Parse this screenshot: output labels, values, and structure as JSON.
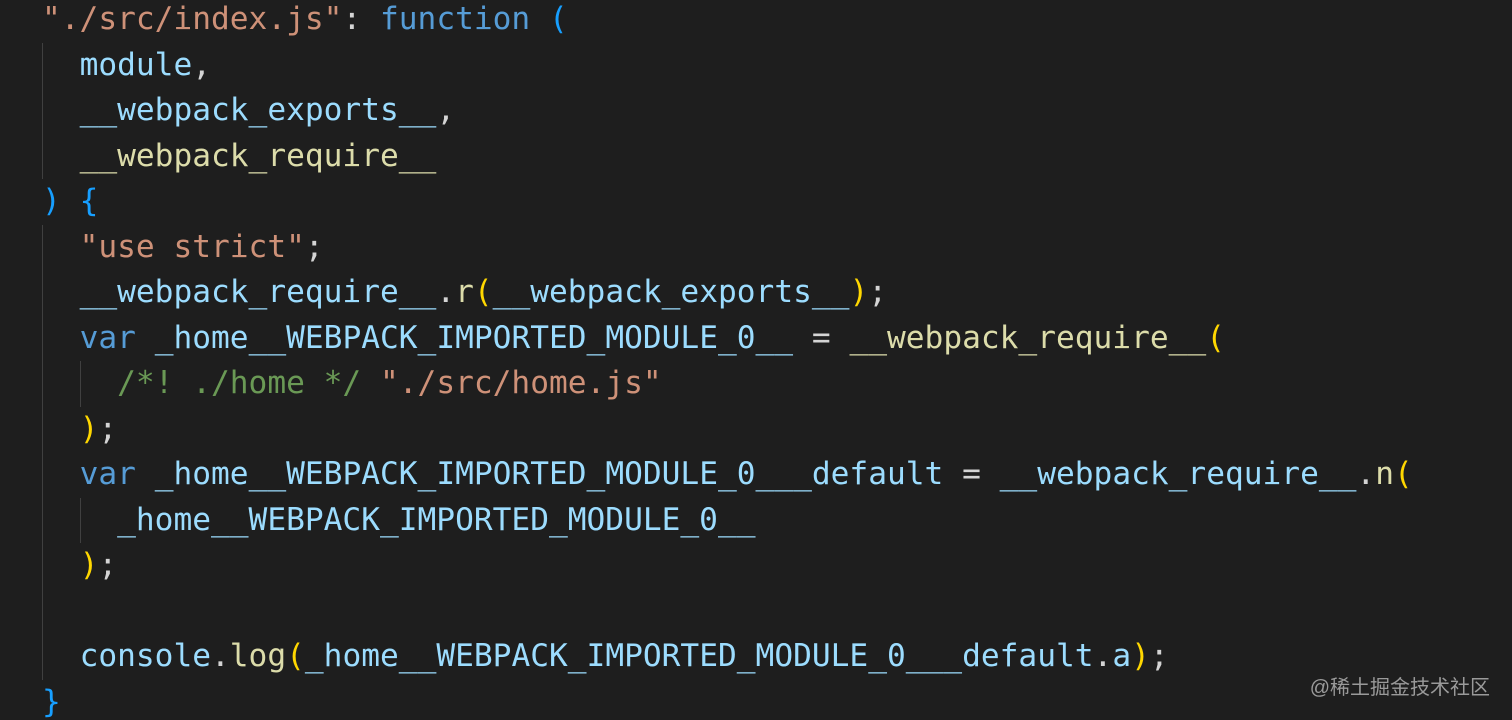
{
  "colors": {
    "background": "#1e1e1e",
    "string": "#ce9178",
    "keyword": "#569cd6",
    "variable": "#9cdcfe",
    "function": "#dcdcaa",
    "comment": "#6a9955",
    "bracket_blue": "#179fff",
    "bracket_yellow": "#ffd700",
    "punctuation": "#d4d4d4",
    "indent_guide": "#404040"
  },
  "code_lines": [
    {
      "tokens": [
        {
          "text": "\"./src/index.js\"",
          "color": "#ce9178"
        },
        {
          "text": ": ",
          "color": "#d4d4d4"
        },
        {
          "text": "function",
          "color": "#569cd6"
        },
        {
          "text": " ",
          "color": "#d4d4d4"
        },
        {
          "text": "(",
          "color": "#179fff"
        }
      ]
    },
    {
      "tokens": [
        {
          "text": "  ",
          "color": "#d4d4d4"
        },
        {
          "text": "module",
          "color": "#9cdcfe"
        },
        {
          "text": ",",
          "color": "#d4d4d4"
        }
      ]
    },
    {
      "tokens": [
        {
          "text": "  ",
          "color": "#d4d4d4"
        },
        {
          "text": "__webpack_exports__",
          "color": "#9cdcfe"
        },
        {
          "text": ",",
          "color": "#d4d4d4"
        }
      ]
    },
    {
      "tokens": [
        {
          "text": "  ",
          "color": "#d4d4d4"
        },
        {
          "text": "__webpack_require__",
          "color": "#dcdcaa"
        }
      ]
    },
    {
      "tokens": [
        {
          "text": ")",
          "color": "#179fff"
        },
        {
          "text": " ",
          "color": "#d4d4d4"
        },
        {
          "text": "{",
          "color": "#179fff"
        }
      ]
    },
    {
      "tokens": [
        {
          "text": "  ",
          "color": "#d4d4d4"
        },
        {
          "text": "\"use strict\"",
          "color": "#ce9178"
        },
        {
          "text": ";",
          "color": "#d4d4d4"
        }
      ]
    },
    {
      "tokens": [
        {
          "text": "  ",
          "color": "#d4d4d4"
        },
        {
          "text": "__webpack_require__",
          "color": "#9cdcfe"
        },
        {
          "text": ".",
          "color": "#d4d4d4"
        },
        {
          "text": "r",
          "color": "#dcdcaa"
        },
        {
          "text": "(",
          "color": "#ffd700"
        },
        {
          "text": "__webpack_exports__",
          "color": "#9cdcfe"
        },
        {
          "text": ")",
          "color": "#ffd700"
        },
        {
          "text": ";",
          "color": "#d4d4d4"
        }
      ]
    },
    {
      "tokens": [
        {
          "text": "  ",
          "color": "#d4d4d4"
        },
        {
          "text": "var",
          "color": "#569cd6"
        },
        {
          "text": " ",
          "color": "#d4d4d4"
        },
        {
          "text": "_home__WEBPACK_IMPORTED_MODULE_0__",
          "color": "#9cdcfe"
        },
        {
          "text": " = ",
          "color": "#d4d4d4"
        },
        {
          "text": "__webpack_require__",
          "color": "#dcdcaa"
        },
        {
          "text": "(",
          "color": "#ffd700"
        }
      ]
    },
    {
      "tokens": [
        {
          "text": "    ",
          "color": "#d4d4d4"
        },
        {
          "text": "/*! ./home */",
          "color": "#6a9955"
        },
        {
          "text": " ",
          "color": "#d4d4d4"
        },
        {
          "text": "\"./src/home.js\"",
          "color": "#ce9178"
        }
      ]
    },
    {
      "tokens": [
        {
          "text": "  ",
          "color": "#d4d4d4"
        },
        {
          "text": ")",
          "color": "#ffd700"
        },
        {
          "text": ";",
          "color": "#d4d4d4"
        }
      ]
    },
    {
      "tokens": [
        {
          "text": "  ",
          "color": "#d4d4d4"
        },
        {
          "text": "var",
          "color": "#569cd6"
        },
        {
          "text": " ",
          "color": "#d4d4d4"
        },
        {
          "text": "_home__WEBPACK_IMPORTED_MODULE_0___default",
          "color": "#9cdcfe"
        },
        {
          "text": " = ",
          "color": "#d4d4d4"
        },
        {
          "text": "__webpack_require__",
          "color": "#9cdcfe"
        },
        {
          "text": ".",
          "color": "#d4d4d4"
        },
        {
          "text": "n",
          "color": "#dcdcaa"
        },
        {
          "text": "(",
          "color": "#ffd700"
        }
      ]
    },
    {
      "tokens": [
        {
          "text": "    ",
          "color": "#d4d4d4"
        },
        {
          "text": "_home__WEBPACK_IMPORTED_MODULE_0__",
          "color": "#9cdcfe"
        }
      ]
    },
    {
      "tokens": [
        {
          "text": "  ",
          "color": "#d4d4d4"
        },
        {
          "text": ")",
          "color": "#ffd700"
        },
        {
          "text": ";",
          "color": "#d4d4d4"
        }
      ]
    },
    {
      "tokens": []
    },
    {
      "tokens": [
        {
          "text": "  ",
          "color": "#d4d4d4"
        },
        {
          "text": "console",
          "color": "#9cdcfe"
        },
        {
          "text": ".",
          "color": "#d4d4d4"
        },
        {
          "text": "log",
          "color": "#dcdcaa"
        },
        {
          "text": "(",
          "color": "#ffd700"
        },
        {
          "text": "_home__WEBPACK_IMPORTED_MODULE_0___default",
          "color": "#9cdcfe"
        },
        {
          "text": ".",
          "color": "#d4d4d4"
        },
        {
          "text": "a",
          "color": "#9cdcfe"
        },
        {
          "text": ")",
          "color": "#ffd700"
        },
        {
          "text": ";",
          "color": "#d4d4d4"
        }
      ]
    },
    {
      "tokens": [
        {
          "text": "}",
          "color": "#179fff"
        }
      ]
    }
  ],
  "watermark": "@稀土掘金技术社区"
}
